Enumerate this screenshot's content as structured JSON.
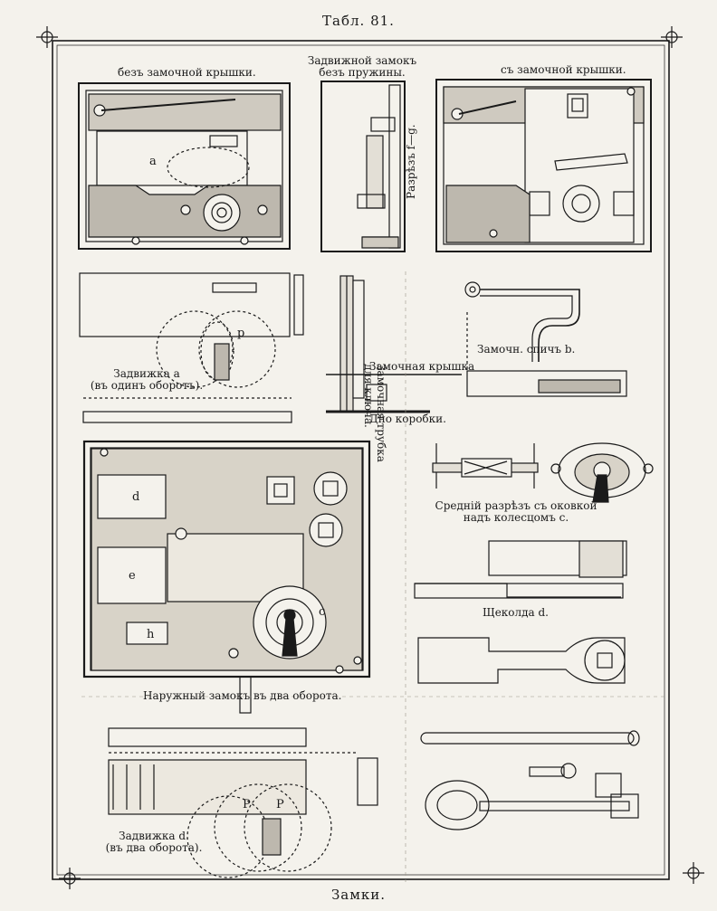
{
  "plate": {
    "title": "Табл. 81.",
    "footer": "Замки."
  },
  "figures": {
    "lock_without_cover": {
      "caption": "безъ замочной крышки."
    },
    "sliding_lock": {
      "caption_line1": "Задвижной замокъ",
      "caption_line2": "безъ пружины."
    },
    "section_fg": {
      "caption": "Разрѣзъ f—g."
    },
    "lock_with_cover": {
      "caption": "съ замочной крышки."
    },
    "bolt_a": {
      "caption_line1": "Задвижка а",
      "caption_line2": "(въ одинъ оборотъ)."
    },
    "key_tube": {
      "caption_line1": "Замочная трубка",
      "caption_line2": "для ключа."
    },
    "lock_cover": {
      "caption": "Замочная крышка"
    },
    "box_bottom": {
      "caption": "Дно коробки."
    },
    "lock_spring": {
      "caption": "Замочн. спичъ b."
    },
    "middle_section": {
      "caption_line1": "Средній разрѣзъ съ оковкой",
      "caption_line2": "надъ колесцомъ с."
    },
    "latch_d": {
      "caption": "Щеколда d."
    },
    "outer_lock": {
      "caption": "Наружный замокъ въ два оборота."
    },
    "bolt_d": {
      "caption_line1": "Задвижка d.",
      "caption_line2": "(въ два оборота)."
    }
  },
  "letters": {
    "a": "a",
    "p": "p",
    "d": "d",
    "e": "e",
    "h": "h",
    "c": "c",
    "P": "P"
  }
}
